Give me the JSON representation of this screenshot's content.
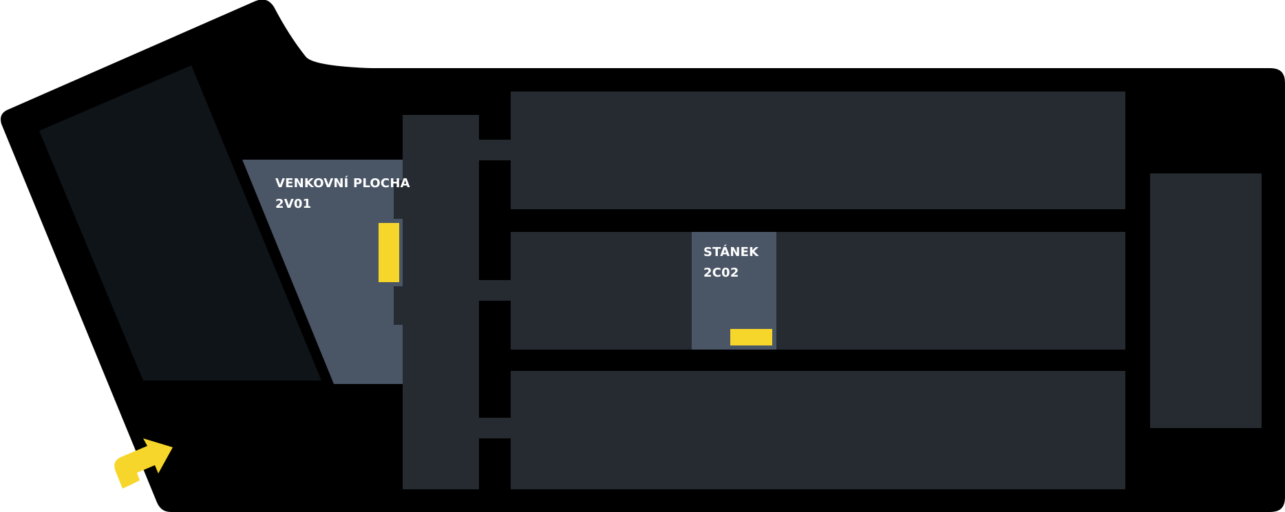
{
  "map": {
    "zones": [
      {
        "label": "VENKOVNÍ PLOCHA",
        "code": "2V01"
      },
      {
        "label": "STÁNEK",
        "code": "2C02"
      }
    ],
    "colors": {
      "background": "#ffffff",
      "outline": "#000000",
      "hall": "#262b31",
      "dark_area": "#0f1418",
      "highlight_zone": "#4a5566",
      "marker": "#f7d62c",
      "label_text": "#ffffff"
    },
    "icons": {
      "entrance": "entrance-arrow-icon",
      "marker": "booth-marker-icon"
    }
  }
}
